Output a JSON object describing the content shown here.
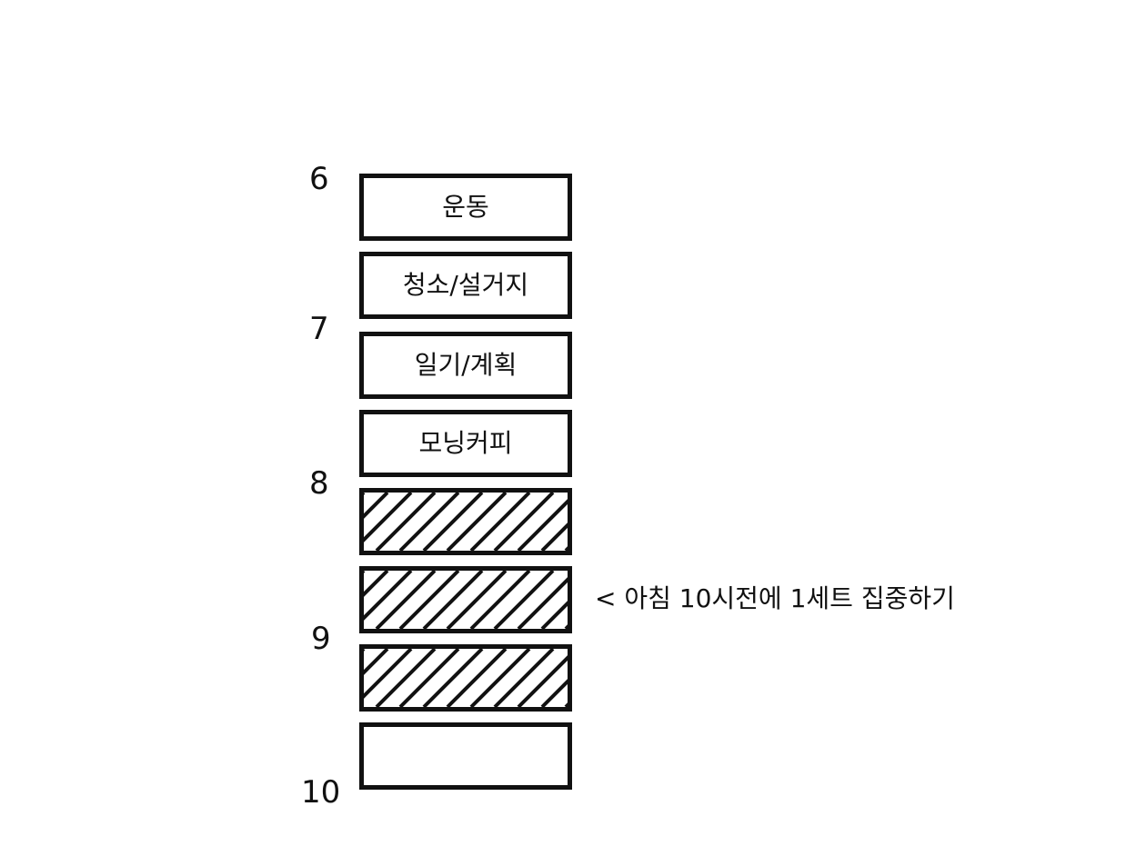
{
  "hours": [
    "6",
    "7",
    "8",
    "9",
    "10"
  ],
  "blocks": [
    {
      "label": "운동",
      "hatched": false
    },
    {
      "label": "청소/설거지",
      "hatched": false
    },
    {
      "label": "일기/계획",
      "hatched": false
    },
    {
      "label": "모닝커피",
      "hatched": false
    },
    {
      "label": "",
      "hatched": true
    },
    {
      "label": "",
      "hatched": true
    },
    {
      "label": "",
      "hatched": true
    },
    {
      "label": "",
      "hatched": false
    }
  ],
  "annotation": "< 아침 10시전에 1세트 집중하기"
}
